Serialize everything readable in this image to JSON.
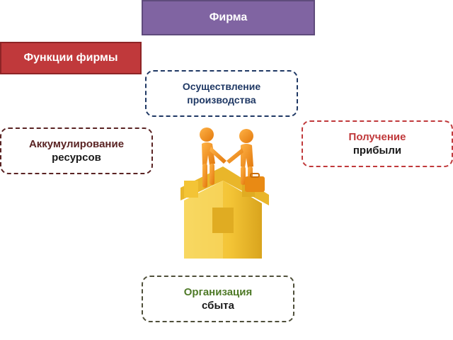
{
  "title": "Фирма",
  "functions_label": "Функции фирмы",
  "nodes": {
    "production": {
      "line1": "Осуществление",
      "line2": "производства"
    },
    "accumulation": {
      "line1": "Аккумулирование",
      "line2": "ресурсов"
    },
    "profit": {
      "line1": "Получение",
      "line2": "прибыли"
    },
    "sales": {
      "line1": "Организация",
      "line2": "сбыта"
    }
  },
  "colors": {
    "title_bg": "#8064a2",
    "functions_bg": "#c0393b",
    "house": "#f5c842",
    "figures": "#f08a1c"
  },
  "illustration": {
    "icon": "house-handshake-illustration"
  }
}
